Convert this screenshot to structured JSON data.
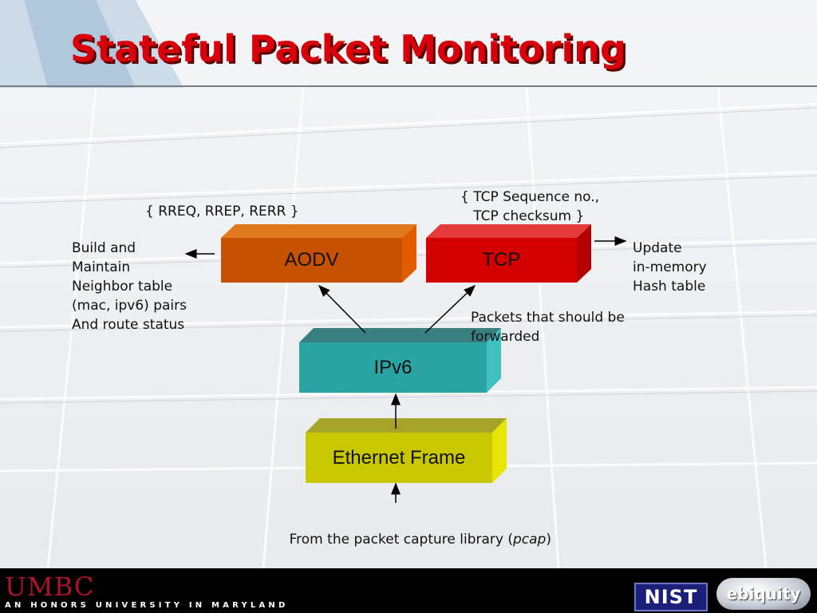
{
  "title": "Stateful Packet Monitoring",
  "boxes": {
    "aodv": "AODV",
    "tcp": "TCP",
    "ipv6": "IPv6",
    "ethernet": "Ethernet Frame"
  },
  "annotations": {
    "aodv_messages": "{ RREQ, RREP, RERR }",
    "tcp_fields": "{ TCP Sequence no.,\n   TCP checksum }",
    "neighbor_table": "Build and\nMaintain\nNeighbor table\n(mac, ipv6) pairs\nAnd route status",
    "hash_table": "Update\nin-memory\nHash table",
    "forwarded": "Packets that should be\nforwarded",
    "source_prefix": "From the packet capture library (",
    "source_italic": "pcap",
    "source_suffix": ")"
  },
  "colors": {
    "title": "#d8000b",
    "aodv": "#c65100",
    "tcp": "#d30000",
    "ipv6": "#2aa3a3",
    "ethernet": "#c9c800"
  },
  "footer": {
    "umbc": "UMBC",
    "tagline": "AN HONORS UNIVERSITY IN MARYLAND",
    "nist": "NIST",
    "ebiquity": "ebiquity"
  }
}
